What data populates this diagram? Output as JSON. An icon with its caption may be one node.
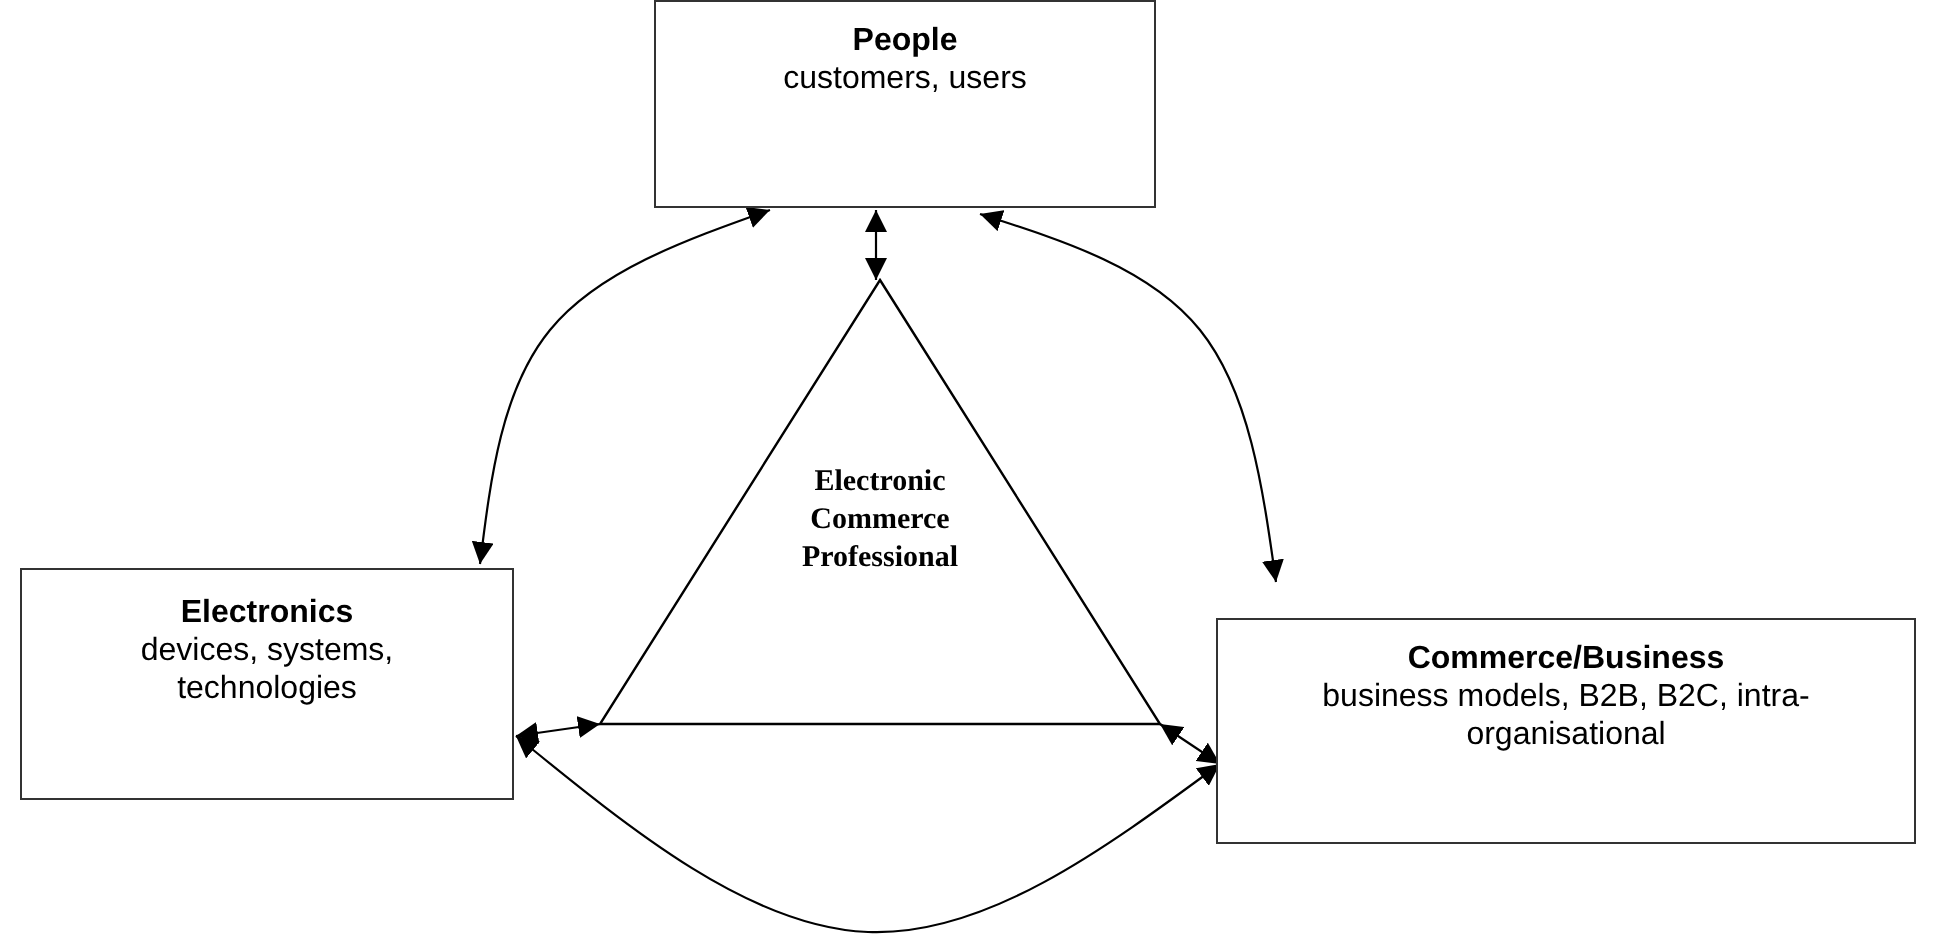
{
  "diagram": {
    "nodes": [
      {
        "text": [
          "People",
          "customers, users"
        ]
      },
      {
        "text": [
          "Electronics",
          "devices, systems, technologies"
        ]
      },
      {
        "text": [
          "Commerce/Business",
          "business models, B2B, B2C, intra-organisational"
        ]
      },
      {
        "text": [
          "Electronic Commerce Professional"
        ]
      }
    ],
    "edges": [
      {
        "from": 0,
        "to": 1,
        "arrow": "both"
      },
      {
        "from": 0,
        "to": 2,
        "arrow": "both"
      },
      {
        "from": 1,
        "to": 2,
        "arrow": "both"
      },
      {
        "from": 3,
        "to": 0,
        "arrow": "both"
      },
      {
        "from": 3,
        "to": 1,
        "arrow": "both"
      },
      {
        "from": 3,
        "to": 2,
        "arrow": "both"
      }
    ]
  }
}
